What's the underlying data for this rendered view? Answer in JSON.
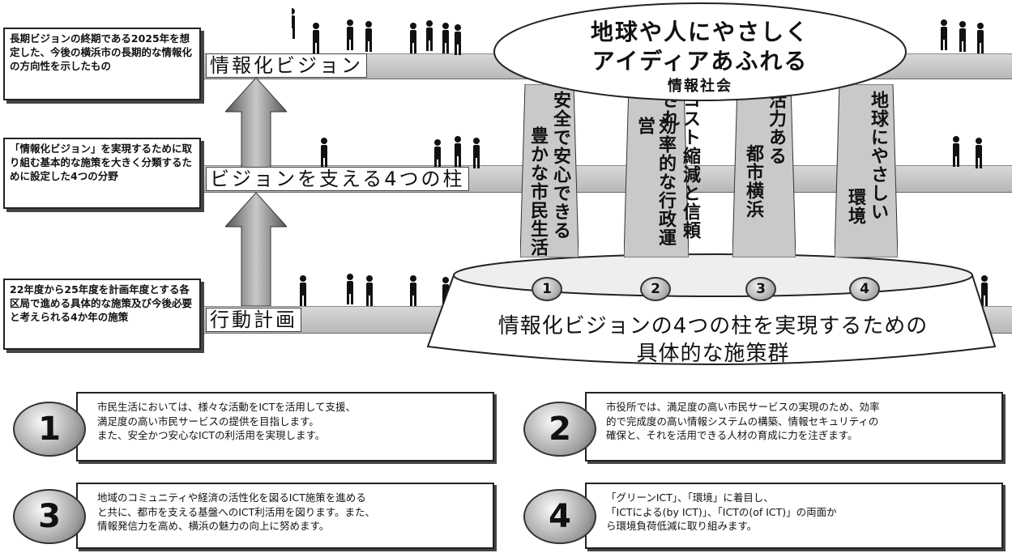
{
  "left_notes": [
    {
      "text": "長期ビジョンの終期である2025年を想定した、今後の横浜市の長期的な情報化の方向性を示したもの"
    },
    {
      "text": "「情報化ビジョン」を実現するために取り組む基本的な施策を大きく分類するために設定した4つの分野"
    },
    {
      "text": "22年度から25年度を計画年度とする各区局で進める具体的な施策及び今後必要と考えられる4か年の施策"
    }
  ],
  "bands": [
    {
      "label": "情報化ビジョン"
    },
    {
      "label": "ビジョンを支える4つの柱"
    },
    {
      "label": "行動計画"
    }
  ],
  "vision_oval": {
    "line1": "地球や人にやさしく",
    "line2": "アイディアあふれる",
    "line3": "情報社会"
  },
  "pillars": [
    {
      "number": "1",
      "col1": "豊かな市民生活",
      "col2": "安全で安心できる"
    },
    {
      "number": "2",
      "col1": "効率的な行政運営",
      "col2": "コスト縮減と信頼され"
    },
    {
      "number": "3",
      "col1": "都市横浜",
      "col2": "活力ある"
    },
    {
      "number": "4",
      "col1": "環境",
      "col2": "地球にやさしい"
    }
  ],
  "base": {
    "line1": "情報化ビジョンの4つの柱を実現するための",
    "line2": "具体的な施策群"
  },
  "descriptions": [
    {
      "number": "1",
      "lines": [
        "市民生活においては、様々な活動をICTを活用して支援、",
        "満足度の高い市民サービスの提供を目指します。",
        "また、安全かつ安心なICTの利活用を実現します。"
      ]
    },
    {
      "number": "2",
      "lines": [
        "市役所では、満足度の高い市民サービスの実現のため、効率",
        "的で完成度の高い情報システムの構築、情報セキュリティの",
        "確保と、それを活用できる人材の育成に力を注ぎます。"
      ]
    },
    {
      "number": "3",
      "lines": [
        "地域のコミュニティや経済の活性化を図るICT施策を進める",
        "と共に、都市を支える基盤へのICT利活用を図ります。また、",
        "情報発信力を高め、横浜の魅力の向上に努めます。"
      ]
    },
    {
      "number": "4",
      "lines": [
        "「グリーンICT」、「環境」に着目し、",
        "「ICTによる(by ICT)」、「ICTの(of ICT)」の両面か",
        "ら環境負荷低減に取り組みます。"
      ]
    }
  ]
}
